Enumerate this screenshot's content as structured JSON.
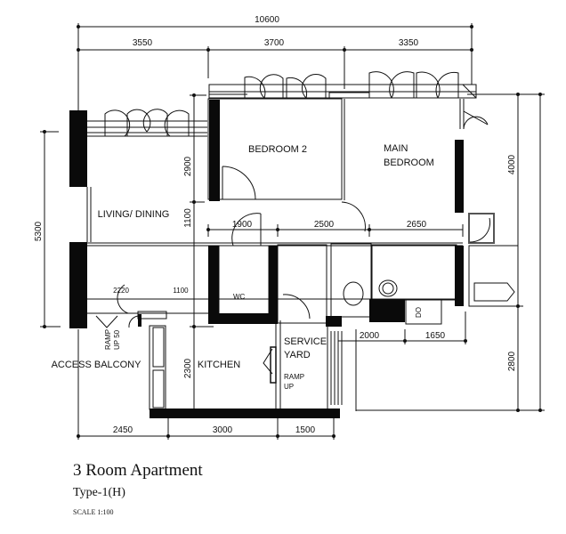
{
  "title": "3 Room Apartment",
  "subtitle": "Type-1(H)",
  "scale": "SCALE  1:100",
  "rooms": {
    "living_dining": "LIVING/  DINING",
    "bedroom2": "BEDROOM  2",
    "main_bedroom_line1": "MAIN",
    "main_bedroom_line2": "BEDROOM",
    "access_balcony": "ACCESS  BALCONY",
    "kitchen": "KITCHEN",
    "service_yard_line1": "SERVICE",
    "service_yard_line2": "YARD",
    "ramp_up_line1": "RAMP",
    "ramp_up_line2": "UP",
    "ramp_up_balcony": "RAMP",
    "ramp_up_balcony2": "UP  50",
    "wc_label": "WC",
    "shelter_label": "DO",
    "living_sub1": "2220",
    "living_sub2": "1100"
  },
  "dimensions": {
    "top_total": "10600",
    "top_seg1": "3550",
    "top_seg2": "3700",
    "top_seg3": "3350",
    "left_total": "5300",
    "inner_2900": "2900",
    "inner_1100": "1100",
    "inner_2300": "2300",
    "mid_1900": "1900",
    "mid_2500": "2500",
    "mid_2650": "2650",
    "lower_2000": "2000",
    "lower_1650": "1650",
    "right_4000": "4000",
    "right_2800": "2800",
    "bottom_2450": "2450",
    "bottom_3000": "3000",
    "bottom_1500": "1500"
  },
  "colors": {
    "line": "#111111",
    "wall_fill": "#0a0a0a",
    "background": "#ffffff"
  }
}
